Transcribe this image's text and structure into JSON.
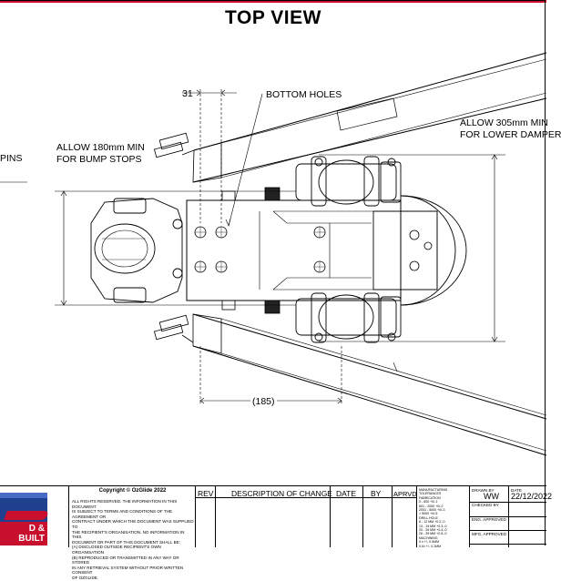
{
  "title": "TOP VIEW",
  "notes": {
    "bottom_holes": "BOTTOM HOLES",
    "bump_stops_line1": "ALLOW 180mm MIN",
    "bump_stops_line2": "FOR BUMP STOPS",
    "damper_line1": "ALLOW 305mm MIN",
    "damper_line2": "FOR LOWER DAMPER",
    "pins": "PINS"
  },
  "dimensions": {
    "top": "31",
    "bottom": "(185)"
  },
  "title_block": {
    "copyright": "Copyright © OzGlide 2022",
    "legal_text": "ALL RIGHTS RESERVED. THE INFORMATION IN THIS DOCUMENT\nIS SUBJECT TO TERMS AND CONDITIONS OF THE AGREEMENT OR\nCONTRACT UNDER WHICH THE DOCUMENT WAS SUPPLIED TO\nTHE RECIPIENT'S ORGANISATION. NO INFORMATION IN THIS\nDOCUMENT OR PART OF THIS DOCUMENT SHALL BE:\n(A) DISCLOSED OUTSIDE RECIPIENT'S OWN ORGANISATION\n(B) REPRODUCED OR TRANSMITTED IN ANY WAY OR STORED\nIN ANY RETRIEVAL SYSTEM WITHOUT PRIOR WRITTEN CONSENT\nOF OZGLIDE.",
    "brand_tag": "D & BUILT",
    "headers": {
      "rev": "REV",
      "description": "DESCRIPTION OF CHANGE",
      "date": "DATE",
      "by": "BY",
      "aprvd": "APRVD"
    },
    "tolerances": "MANUFACTURING TOLERANCES\nFABRICATION\n0 - 600   +0/-1\n601 - 2000  +0/-2\n2001 - 5000  +0/-3\n> 5000   +0/-5\nDRILL HOLE\n6 - 12 MM  +0.2,-0\n13 - 19 MM  +0.3,-0\n20 - 26 MM  +0.4,-0\n26 - 39 MM  +0.5,-0\nMACHINING\n0.x    +/- 0.5MM\n0.0x   +/- 0.1MM",
    "drawn_by_label": "DRAWN BY",
    "drawn_by": "WW",
    "date_label": "DATE",
    "date": "22/12/2022",
    "checked_by": "CHECKED BY",
    "eng_approved": "ENG. APPROVED",
    "mfg_approved": "MFG. APPROVED"
  },
  "colors": {
    "accent": "#c8102e",
    "logo_blue": "#1f3f8f",
    "line": "#000000"
  }
}
